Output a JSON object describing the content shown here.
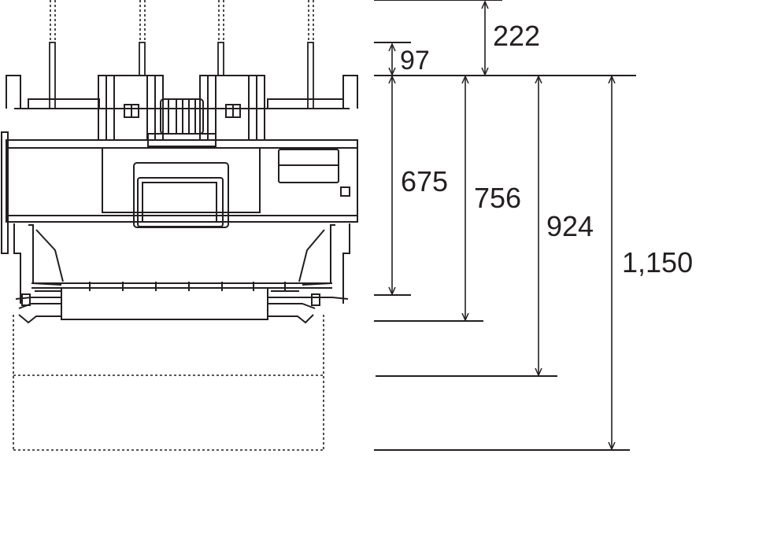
{
  "colors": {
    "line": "#231f20",
    "background": "#ffffff"
  },
  "dimensions": {
    "d222": "222",
    "d97": "97",
    "d675": "675",
    "d756": "756",
    "d924": "924",
    "d1150": "1,150"
  },
  "icons": {
    "arrowhead": "arrowhead-icon"
  }
}
